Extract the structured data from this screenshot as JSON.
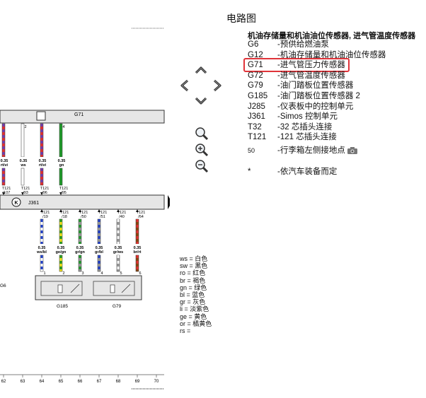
{
  "panel": {
    "title": "电路图",
    "heading": "机油存储量和机油油位传感器, 进气管温度传感器",
    "items": [
      {
        "code": "G6",
        "desc": "-预供给燃油泵"
      },
      {
        "code": "G12",
        "desc": "-机油存储量和机油油位传感器"
      },
      {
        "code": "G71",
        "desc": "-进气管压力传感器"
      },
      {
        "code": "G72",
        "desc": "-进气管温度传感器"
      },
      {
        "code": "G79",
        "desc": "-油门踏板位置传感器"
      },
      {
        "code": "G185",
        "desc": "-油门踏板位置传感器 2"
      },
      {
        "code": "J285",
        "desc": "-仪表板中的控制单元"
      },
      {
        "code": "J361",
        "desc": "-Simos 控制单元"
      },
      {
        "code": "T32",
        "desc": "-32 芯插头连接"
      },
      {
        "code": "T121",
        "desc": "-121 芯插头连接"
      },
      {
        "code": "50",
        "desc": "-行李箱左侧接地点"
      },
      {
        "code": "*",
        "desc": "-依汽车装备而定"
      }
    ],
    "highlight_color": "#e0343a"
  },
  "color_legend": [
    "ws = 白色",
    "sw = 黑色",
    "ro = 红色",
    "br = 褐色",
    "gn = 绿色",
    "bl = 蓝色",
    "gr = 灰色",
    "li = 淡紫色",
    "ge = 黄色",
    "or = 橘黄色",
    "rs ="
  ],
  "diagram": {
    "component_top": "G71",
    "control_unit": "J361",
    "control_unit_symbol": "K",
    "sensor_left": "G185",
    "sensor_right": "G79",
    "side_label": "G6",
    "top_wires": [
      {
        "num": "",
        "size": "0.35",
        "color": "rt/vi",
        "conn": "T121",
        "pin": "/107"
      },
      {
        "num": "2",
        "size": "0.35",
        "color": "ws",
        "conn": "T121",
        "pin": "/93"
      },
      {
        "num": "",
        "size": "0.35",
        "color": "rt/vi",
        "conn": "T121",
        "pin": "/96"
      },
      {
        "num": "4",
        "size": "0.35",
        "color": "gn",
        "conn": "T121",
        "pin": "/95"
      }
    ],
    "bottom_wires": [
      {
        "conn": "T121",
        "pin": "/19",
        "size": "0.35",
        "color": "ws/bl",
        "num": "1"
      },
      {
        "conn": "T121",
        "pin": "/18",
        "size": "0.35",
        "color": "ge/gn",
        "num": "2"
      },
      {
        "conn": "T121",
        "pin": "/50",
        "size": "0.35",
        "color": "gr/gn",
        "num": "3"
      },
      {
        "conn": "T121",
        "pin": "/51",
        "size": "0.35",
        "color": "gr/bl",
        "num": "4"
      },
      {
        "conn": "T121",
        "pin": "/40",
        "size": "0.35",
        "color": "gr/ws",
        "num": "5"
      },
      {
        "conn": "T121",
        "pin": "/64",
        "size": "0.35",
        "color": "br/rt",
        "num": "6"
      }
    ],
    "ruler": [
      "62",
      "63",
      "64",
      "65",
      "66",
      "67",
      "68",
      "69",
      "70"
    ]
  },
  "icons": {
    "nav_up": "chevron-up-icon",
    "nav_left": "chevron-left-icon",
    "nav_right": "chevron-right-icon",
    "nav_down": "chevron-down-icon",
    "zoom_fit": "zoom-fit-icon",
    "zoom_in": "zoom-in-icon",
    "zoom_out": "zoom-out-icon",
    "camera": "camera-icon"
  }
}
